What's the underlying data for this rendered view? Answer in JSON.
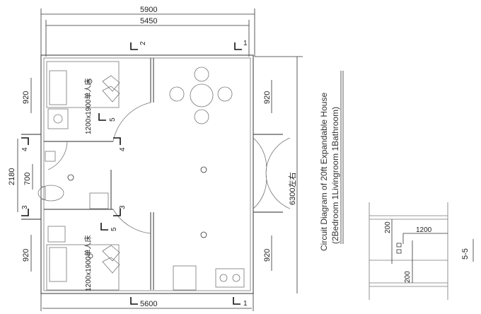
{
  "title": {
    "line1": "Circuit Diagram of 20ft Expandable House",
    "line2": "(2Bedroom 1Livingroom 1Bathroom)"
  },
  "dimensions": {
    "top_overall": "5900",
    "top_inner": "5450",
    "bottom": "5600",
    "left_window_upper": "920",
    "left_bathroom": "2180",
    "left_bath_window": "700",
    "left_window_lower": "920",
    "right_window_upper": "920",
    "right_window_lower": "920",
    "right_overall": "6300左右"
  },
  "rooms": {
    "bed_upper_label": "1200x1900单人床",
    "bed_lower_label": "1200x1900单人床"
  },
  "section_marks": {
    "s1": "1",
    "s2": "2",
    "s3": "3",
    "s4": "4",
    "s5": "5"
  },
  "detail": {
    "title": "5-5",
    "dim_width": "1200",
    "dim_top": "200",
    "dim_bottom": "200"
  }
}
